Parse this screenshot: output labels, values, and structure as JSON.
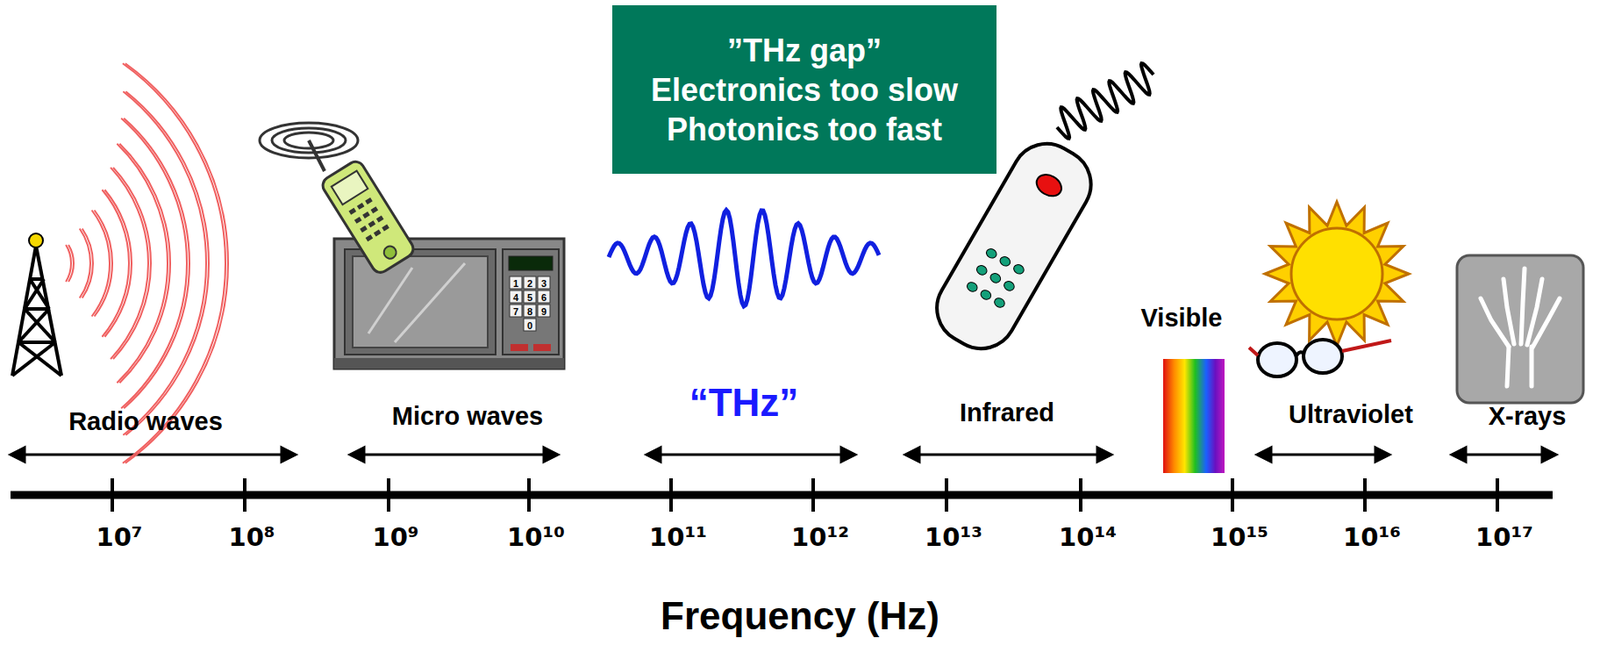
{
  "diagram": {
    "nodes": [
      {
        "text": [
          "”THz gap”",
          "Electronics too slow",
          "Photonics too fast"
        ]
      }
    ],
    "labels": [
      "Radio waves",
      "Micro waves",
      "“THz”",
      "Infrared",
      "Visible",
      "Ultraviolet",
      "X-rays",
      "10⁷",
      "10⁸",
      "10⁹",
      "10¹⁰",
      "10¹¹",
      "10¹²",
      "10¹³",
      "10¹⁴",
      "10¹⁵",
      "10¹⁶",
      "10¹⁷",
      "Frequency (Hz)",
      "1",
      "2",
      "3",
      "4",
      "5",
      "6",
      "7",
      "8",
      "9",
      "0"
    ]
  }
}
